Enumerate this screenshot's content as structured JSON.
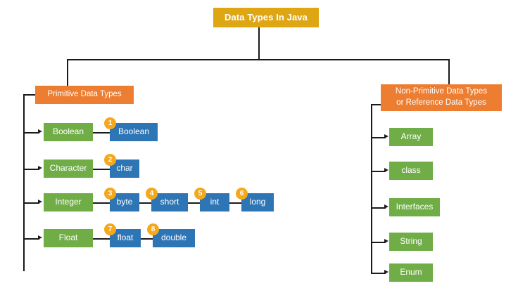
{
  "diagram": {
    "title": "Data Types In Java",
    "branches": [
      {
        "heading": "Primitive Data Types",
        "heading_line1": "Primitive Data Types",
        "heading_line2": "",
        "categories": [
          {
            "name": "Boolean",
            "types": [
              {
                "n": "1",
                "label": "Boolean"
              }
            ]
          },
          {
            "name": "Character",
            "types": [
              {
                "n": "2",
                "label": "char"
              }
            ]
          },
          {
            "name": "Integer",
            "types": [
              {
                "n": "3",
                "label": "byte"
              },
              {
                "n": "4",
                "label": "short"
              },
              {
                "n": "5",
                "label": "int"
              },
              {
                "n": "6",
                "label": "long"
              }
            ]
          },
          {
            "name": "Float",
            "types": [
              {
                "n": "7",
                "label": "float"
              },
              {
                "n": "8",
                "label": "double"
              }
            ]
          }
        ]
      },
      {
        "heading": "Non-Primitive Data Types or Reference Data Types",
        "heading_line1": "Non-Primitive Data Types",
        "heading_line2": "or Reference Data Types",
        "items": [
          {
            "label": "Array"
          },
          {
            "label": "class"
          },
          {
            "label": "Interfaces"
          },
          {
            "label": "String"
          },
          {
            "label": "Enum"
          }
        ]
      }
    ]
  },
  "colors": {
    "title": "#DFA614",
    "category_header": "#ED7D31",
    "group": "#70AD47",
    "type": "#2E75B6",
    "badge": "#F5A81C",
    "connector": "#1a1a1a",
    "background": "#FFFFFF"
  }
}
